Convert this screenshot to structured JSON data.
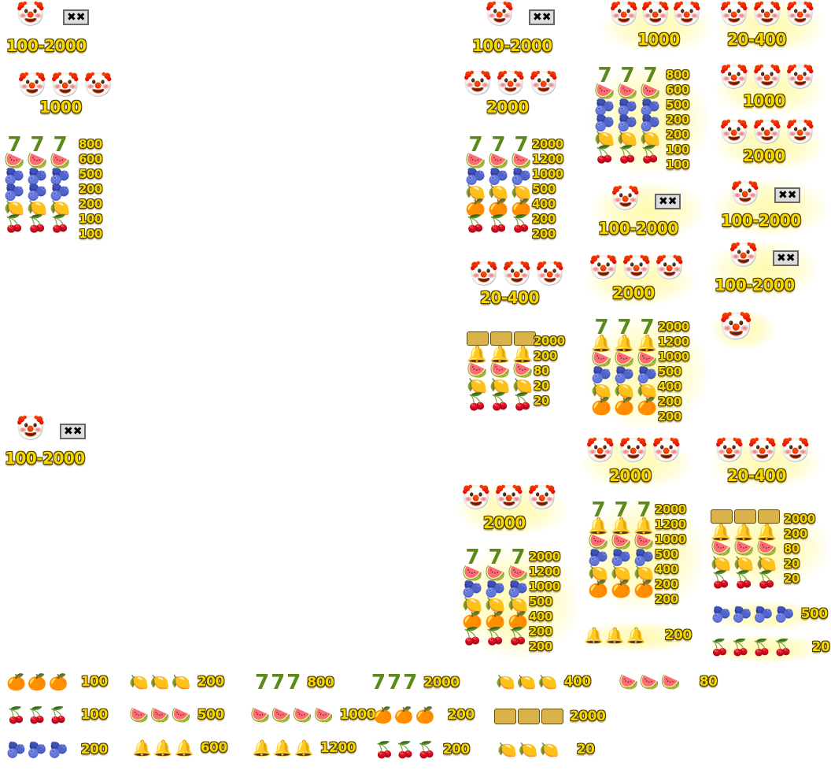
{
  "symbols": {
    "jester": "jester-face-icon",
    "scatter_ticket": "scratch-ticket-icon",
    "seven": "7",
    "orange": "🍊",
    "cherry": "🍒",
    "plum": "🫐",
    "lemon": "🍋",
    "watermelon": "🍉",
    "bell": "🔔",
    "bar": "chest-icon"
  },
  "colors": {
    "payout_text": "#f6d800",
    "payout_outline": "#4a3a00",
    "glow": "#fff8a8",
    "seven_green": "#5a8a1a"
  },
  "scatter_tiles": [
    {
      "value": "100-2000"
    },
    {
      "value": "100-2000"
    },
    {
      "value": "100-2000"
    },
    {
      "value": "100-2000"
    },
    {
      "value": "100-2000"
    },
    {
      "value": "100-2000"
    }
  ],
  "jester_triples": [
    {
      "value": "1000"
    },
    {
      "value": "1000"
    },
    {
      "value": "20-400"
    },
    {
      "value": "2000"
    },
    {
      "value": "1000"
    },
    {
      "value": "2000"
    },
    {
      "value": "20-400"
    },
    {
      "value": "2000"
    },
    {
      "value": "2000"
    },
    {
      "value": "20-400"
    },
    {
      "value": "2000"
    }
  ],
  "paytables": {
    "small": [
      "800",
      "600",
      "500",
      "200",
      "200",
      "100",
      "100"
    ],
    "large": [
      "2000",
      "1200",
      "1000",
      "500",
      "400",
      "200",
      "200"
    ],
    "bar_table": [
      "2000",
      "200",
      "80",
      "20",
      "20"
    ]
  },
  "singles": {
    "plums_500": "500",
    "bells_200": "200",
    "cherries_20": "20"
  },
  "bottom_rows": [
    [
      {
        "name": "orange",
        "value": "100"
      },
      {
        "name": "lemon",
        "value": "200"
      },
      {
        "name": "seven",
        "value": "800"
      },
      {
        "name": "seven",
        "value": "2000"
      },
      {
        "name": "lemon",
        "value": "400"
      },
      {
        "name": "watermelon",
        "value": "80"
      }
    ],
    [
      {
        "name": "cherry",
        "value": "100"
      },
      {
        "name": "watermelon",
        "value": "500"
      },
      {
        "name": "watermelon",
        "value": "1000"
      },
      {
        "name": "orange",
        "value": "200"
      },
      {
        "name": "bar",
        "value": "2000"
      }
    ],
    [
      {
        "name": "plum",
        "value": "200"
      },
      {
        "name": "bell",
        "value": "600"
      },
      {
        "name": "bell",
        "value": "1200"
      },
      {
        "name": "cherry",
        "value": "200"
      },
      {
        "name": "lemon",
        "value": "20"
      }
    ]
  ]
}
